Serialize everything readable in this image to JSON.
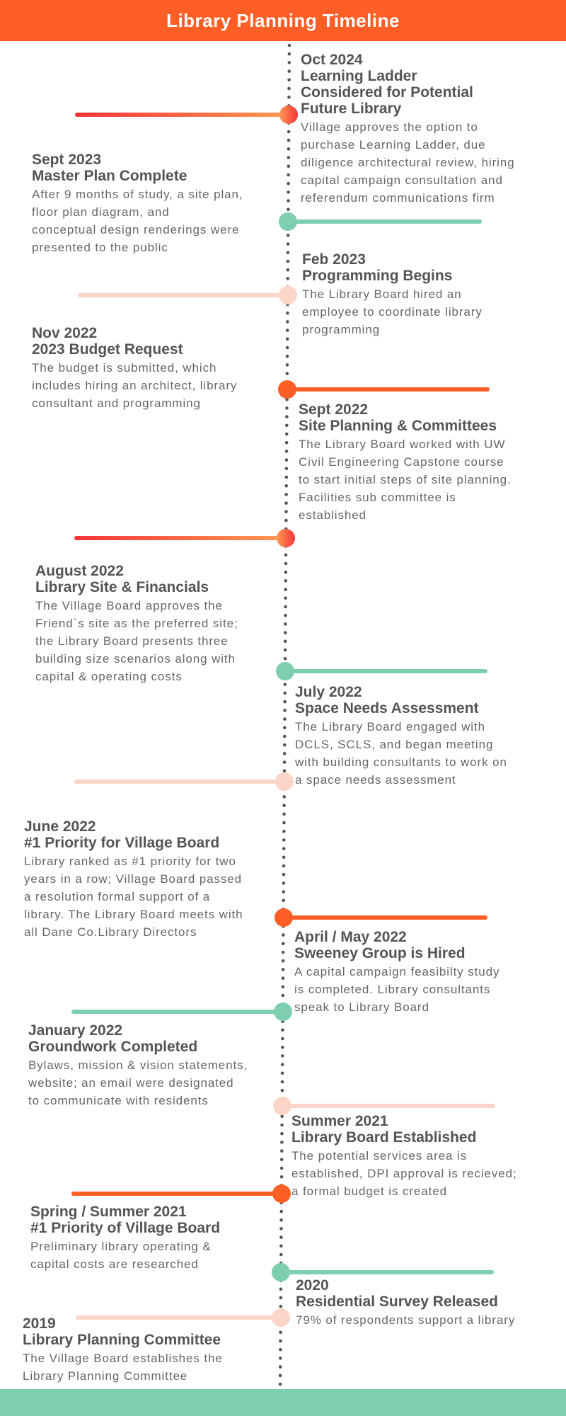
{
  "header": {
    "title": "Library Planning Timeline"
  },
  "colors": {
    "header": "#ff5f26",
    "footer": "#7dcfb0",
    "red": "#f83a3a",
    "orange": "#ff5e24",
    "green": "#7dcfb0",
    "pink": "#fdd5c8",
    "text": "#555555",
    "axis": "#555555"
  },
  "events": [
    {
      "date": "Oct 2024",
      "title": [
        "Learning Ladder",
        "Considered for Potential",
        "Future Library"
      ],
      "body": [
        "Village approves the option to",
        "purchase Learning Ladder, due",
        "diligence architectural review, hiring",
        "capital campaign consultation and",
        "referendum communications firm"
      ],
      "marker": "red"
    },
    {
      "date": "Sept 2023",
      "title": [
        "Master Plan Complete"
      ],
      "body": [
        "After 9 months of study, a site plan,",
        "floor plan diagram, and",
        "conceptual design renderings were",
        "presented to the public"
      ],
      "marker": "green"
    },
    {
      "date": "Feb 2023",
      "title": [
        "Programming Begins"
      ],
      "body": [
        "The Library Board hired an",
        "employee to coordinate library",
        "programming"
      ],
      "marker": "pink"
    },
    {
      "date": "Nov 2022",
      "title": [
        "2023 Budget Request"
      ],
      "body": [
        "The budget is submitted, which",
        "includes hiring an architect, library",
        "consultant and programming"
      ],
      "marker": "orange"
    },
    {
      "date": "Sept 2022",
      "title": [
        "Site Planning & Committees"
      ],
      "body": [
        "The Library Board worked with UW",
        "Civil Engineering Capstone course",
        "to start initial steps of site planning.",
        "Facilities sub committee  is",
        "established"
      ],
      "marker": "red"
    },
    {
      "date": "August 2022",
      "title": [
        "Library Site & Financials"
      ],
      "body": [
        "The Village Board approves the",
        "Friend`s site as the preferred site;",
        "the Library Board presents three",
        "building size scenarios along with",
        "capital & operating costs"
      ],
      "marker": "green"
    },
    {
      "date": "July 2022",
      "title": [
        "Space Needs Assessment"
      ],
      "body": [
        "The Library Board engaged with",
        "DCLS, SCLS, and began meeting",
        "with building consultants to work on",
        "a space needs assessment"
      ],
      "marker": "pink"
    },
    {
      "date": "June 2022",
      "title": [
        "#1 Priority for Village Board"
      ],
      "body": [
        "Library ranked as #1 priority for two",
        "years in a row; Village Board passed",
        "a resolution formal support of a",
        "library. The Library Board meets with",
        "all Dane Co.Library Directors"
      ],
      "marker": "orange"
    },
    {
      "date": "April / May 2022",
      "title": [
        "Sweeney Group is Hired"
      ],
      "body": [
        "A capital campaign feasibilty study",
        "is completed. Library consultants",
        "speak to Library Board"
      ],
      "marker": "green"
    },
    {
      "date": "January 2022",
      "title": [
        "Groundwork Completed"
      ],
      "body": [
        "Bylaws, mission & vision statements,",
        "website; an email were designated",
        "to communicate with residents"
      ],
      "marker": "pink"
    },
    {
      "date": "Summer 2021",
      "title": [
        "Library Board Established"
      ],
      "body": [
        "The potential services area is",
        "established, DPI approval is recieved;",
        "a formal budget is created"
      ],
      "marker": "orange"
    },
    {
      "date": "Spring / Summer 2021",
      "title": [
        "#1 Priority of Village Board"
      ],
      "body": [
        "Preliminary library operating &",
        "capital costs are researched"
      ],
      "marker": "green"
    },
    {
      "date": "2020",
      "title": [
        "Residential Survey Released"
      ],
      "body": [
        "79% of respondents support a library"
      ],
      "marker": "pink"
    },
    {
      "date": "2019",
      "title": [
        "Library Planning Committee"
      ],
      "body": [
        "The Village Board establishes the",
        "Library Planning Committee"
      ],
      "marker": "none"
    }
  ]
}
